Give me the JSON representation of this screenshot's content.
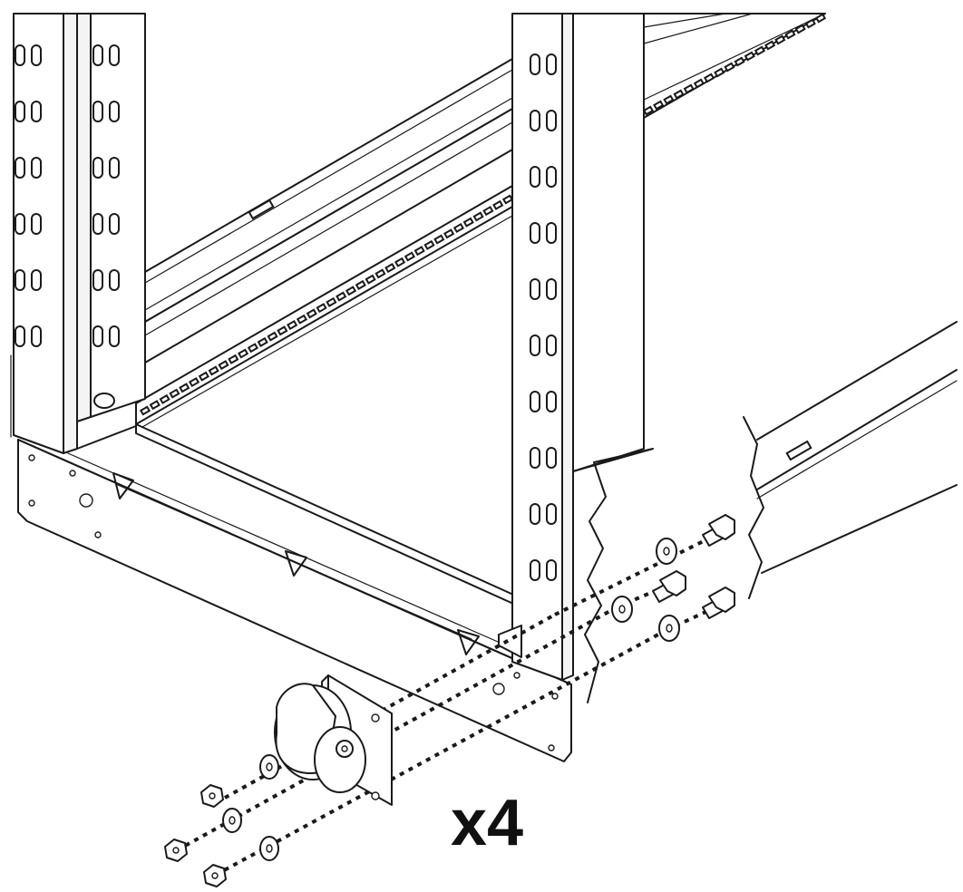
{
  "quantity_label": "x4",
  "parts": [
    {
      "name": "rack-frame-corner",
      "label": ""
    },
    {
      "name": "caster-wheel",
      "label": ""
    },
    {
      "name": "hex-bolt",
      "count": 3
    },
    {
      "name": "washer",
      "count": 6
    },
    {
      "name": "hex-nut",
      "count": 3
    }
  ],
  "colors": {
    "line": "#1a1a1a",
    "background": "#ffffff"
  }
}
